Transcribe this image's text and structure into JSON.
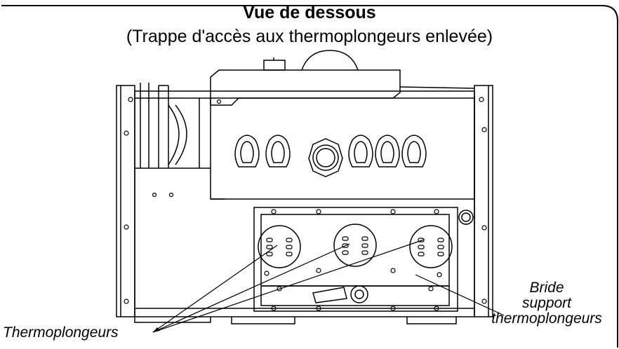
{
  "title": "Vue de dessous",
  "subtitle": "(Trappe d'accès aux thermoplongeurs enlevée)",
  "labels": {
    "thermoplongeurs": "Thermoplongeurs",
    "bride_line1": "Bride",
    "bride_line2": "support",
    "bride_line3": "thermoplongeurs"
  },
  "colors": {
    "ink": "#000000",
    "background": "#ffffff"
  }
}
